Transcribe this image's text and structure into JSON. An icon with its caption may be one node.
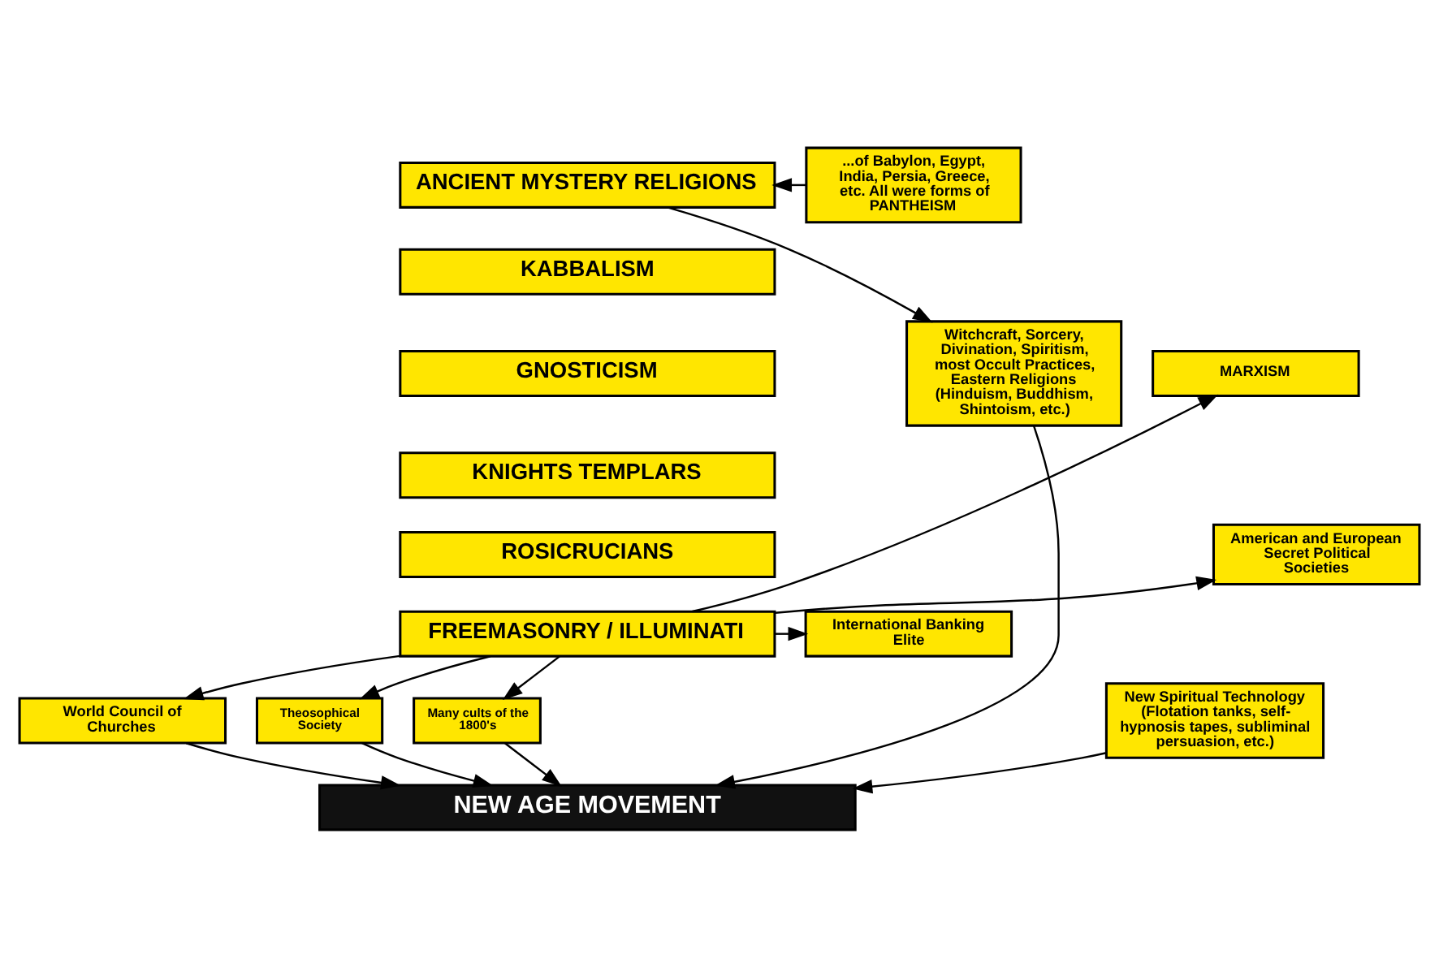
{
  "diagram": {
    "nodes": [
      {
        "text": [
          "ANCIENT MYSTERY RELIGIONS"
        ]
      },
      {
        "text": [
          "...of Babylon, Egypt, India, Persia, Greece, etc. All were forms of PANTHEISM"
        ]
      },
      {
        "text": [
          "KABBALISM"
        ]
      },
      {
        "text": [
          "GNOSTICISM"
        ]
      },
      {
        "text": [
          "MARXISM"
        ]
      },
      {
        "text": [
          "Witchcraft, Sorcery, Divination, Spiritism, most Occult Practices, Eastern Religions (Hinduism, Buddhism, Shintoism, etc.)"
        ]
      },
      {
        "text": [
          "KNIGHTS TEMPLARS"
        ]
      },
      {
        "text": [
          "American and European Secret Political Societies"
        ]
      },
      {
        "text": [
          "ROSICRUCIANS"
        ]
      },
      {
        "text": [
          "International Banking Elite"
        ]
      },
      {
        "text": [
          "FREEMASONRY / ILLUMINATI"
        ]
      },
      {
        "text": [
          "World Council of Churches"
        ]
      },
      {
        "text": [
          "Theosophical Society"
        ]
      },
      {
        "text": [
          "Many cults of the 1800's"
        ]
      },
      {
        "text": [
          "New Spiritual Technology (Flotation tanks, self-hypnosis tapes, subliminal persuasion, etc.)"
        ]
      },
      {
        "text": [
          "NEW AGE MOVEMENT"
        ]
      }
    ],
    "edges": [
      {
        "from": 1,
        "to": 0,
        "arrow": "to"
      },
      {
        "from": 0,
        "to": 5,
        "arrow": "to"
      },
      {
        "from": 10,
        "to": 4,
        "arrow": "to"
      },
      {
        "from": 10,
        "to": 7,
        "arrow": "to"
      },
      {
        "from": 10,
        "to": 9,
        "arrow": "to"
      },
      {
        "from": 10,
        "to": 11,
        "arrow": "to"
      },
      {
        "from": 10,
        "to": 12,
        "arrow": "to"
      },
      {
        "from": 10,
        "to": 13,
        "arrow": "to"
      },
      {
        "from": 5,
        "to": 15,
        "arrow": "to"
      },
      {
        "from": 11,
        "to": 15,
        "arrow": "to"
      },
      {
        "from": 12,
        "to": 15,
        "arrow": "to"
      },
      {
        "from": 13,
        "to": 15,
        "arrow": "to"
      },
      {
        "from": 14,
        "to": 15,
        "arrow": "to"
      }
    ]
  }
}
